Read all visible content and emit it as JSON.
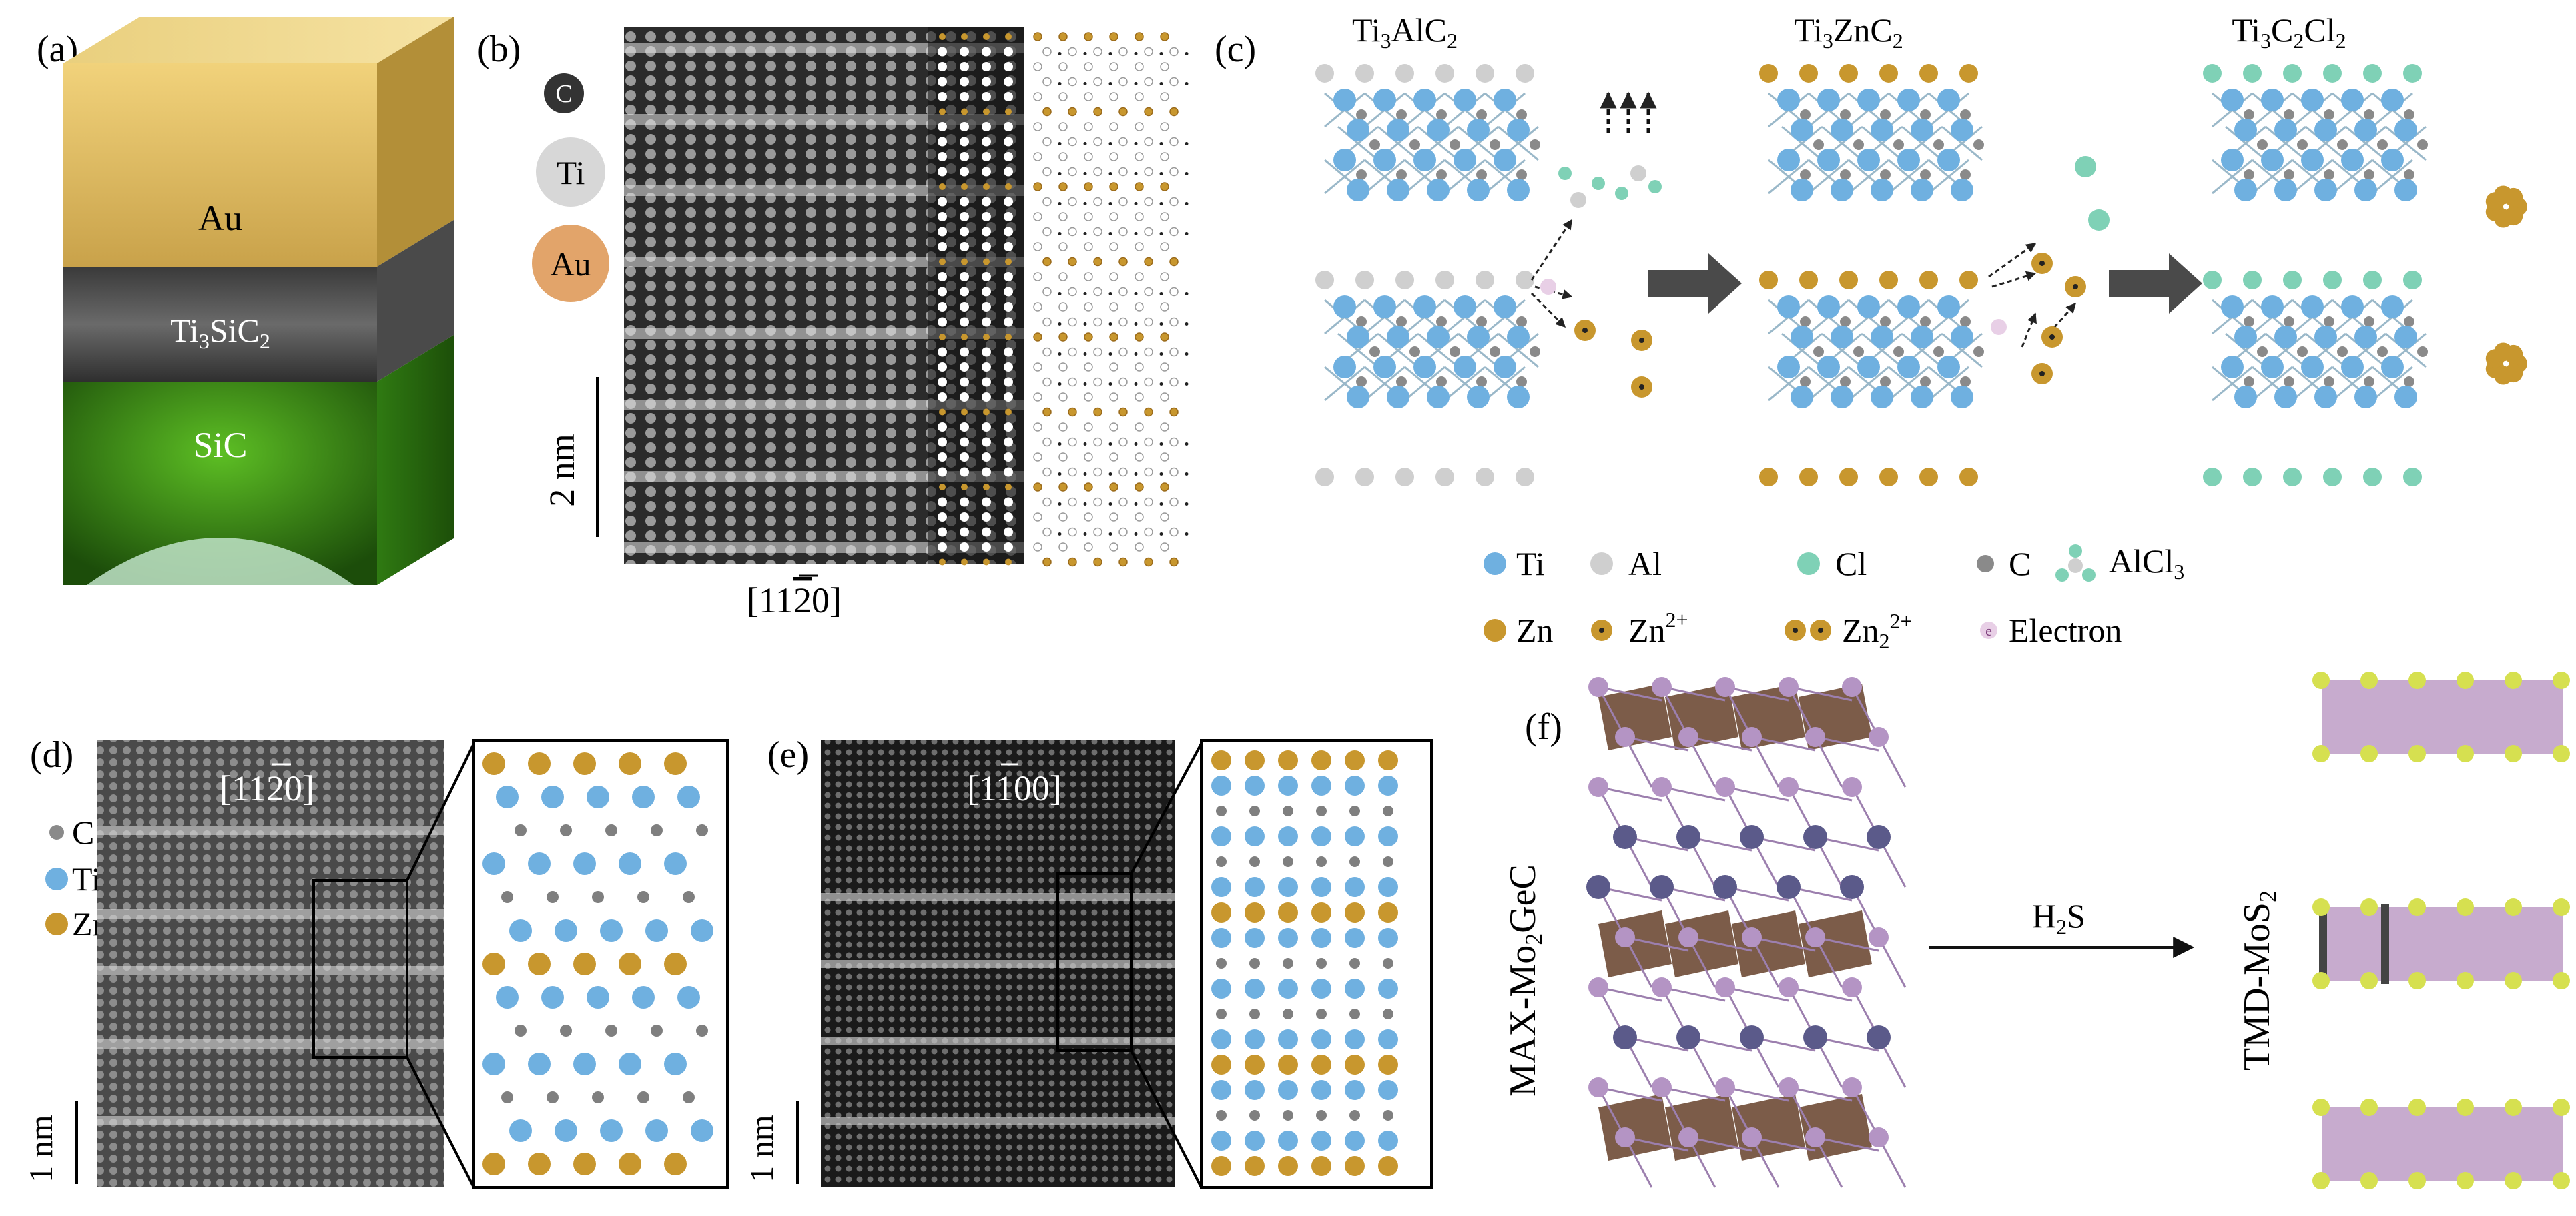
{
  "panels": {
    "a": {
      "tag": "(a)",
      "layers": [
        "Au",
        "Ti3SiC2",
        "SiC"
      ]
    },
    "b": {
      "tag": "(b)",
      "legend": [
        "C",
        "Ti",
        "Au"
      ],
      "scale": "2 nm",
      "zone": "[1120]"
    },
    "c": {
      "tag": "(c)",
      "phases": [
        "Ti3AlC2",
        "Ti3ZnC2",
        "Ti3C2Cl2"
      ],
      "legend": {
        "ti": "Ti",
        "al": "Al",
        "cl": "Cl",
        "c": "C",
        "alcl3": "AlCl3",
        "zn": "Zn",
        "zn2": "Zn2+",
        "zn22": "Zn22+",
        "electron": "Electron"
      }
    },
    "d": {
      "tag": "(d)",
      "zone": "[1120]",
      "legend": [
        "C",
        "Ti",
        "Zn"
      ],
      "scale": "1 nm"
    },
    "e": {
      "tag": "(e)",
      "zone": "[1100]",
      "scale": "1 nm"
    },
    "f": {
      "tag": "(f)",
      "left": "MAX-Mo2GeC",
      "arrow": "H2S",
      "right": "TMD-MoS2"
    }
  },
  "colors": {
    "ti": "#6fb0e0",
    "al": "#cfcfcf",
    "cl": "#7fd1b6",
    "c": "#8a8a8a",
    "zn": "#c8972e",
    "au": "#d9b24c",
    "sic": "#3f9a1e",
    "mo_poly": "#6e4a35",
    "s": "#d6e050",
    "mos2": "#b48fbe"
  }
}
